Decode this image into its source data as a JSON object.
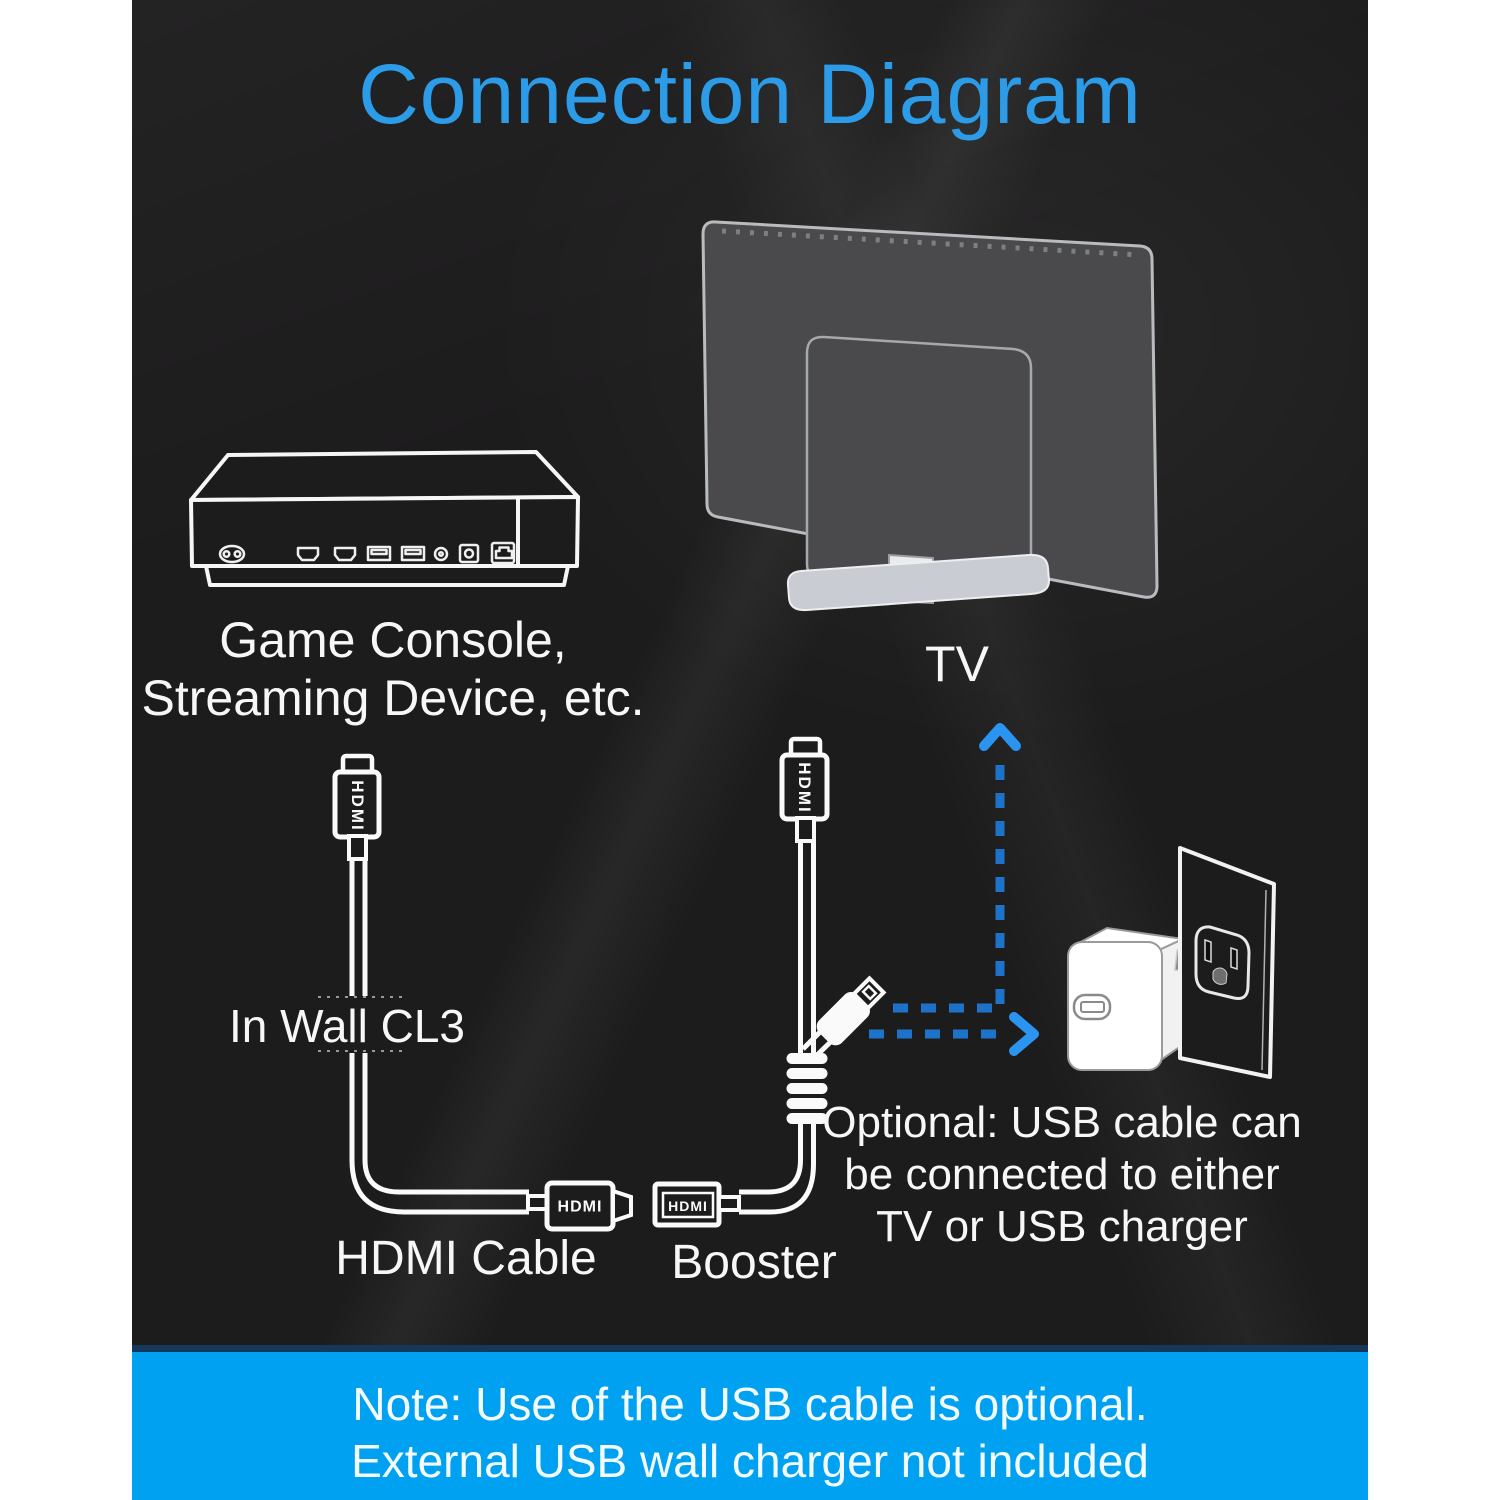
{
  "title": "Connection Diagram",
  "labels": {
    "console_line1": "Game Console,",
    "console_line2": "Streaming Device, etc.",
    "tv": "TV",
    "in_wall": "In Wall CL3",
    "hdmi_cable": "HDMI Cable",
    "booster": "Booster",
    "optional_line1": "Optional: USB cable can",
    "optional_line2": "be connected to either",
    "optional_line3": "TV or USB charger"
  },
  "connector_label": "HDMI",
  "note": {
    "line1": "Note: Use of the USB cable is optional.",
    "line2": "External USB wall charger not included"
  },
  "colors": {
    "title_blue": "#2d9ce8",
    "banner_blue": "#00a1f1",
    "banner_edge_navy": "#16365c",
    "dash_blue": "#1d73c9",
    "arrowhead_blue": "#2b94ee",
    "background_dark": "#1d1c1d",
    "line_art_white": "#fafafa",
    "tv_panel_gray": "#4a4a4c",
    "tv_stand_gray": "#c9cdd3",
    "usb_arrow_gray": "#8d8d8d"
  }
}
